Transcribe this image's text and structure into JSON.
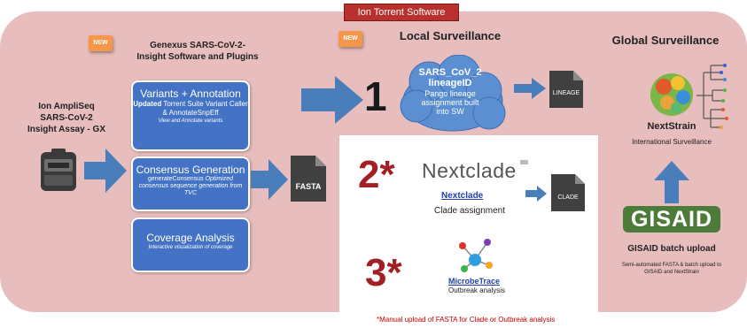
{
  "header_label": "Ion Torrent Software",
  "new_badge": "NEW",
  "genexus_title": "Genexus SARS-CoV-2-\nInsight Software and Plugins",
  "assay_label": "Ion AmpliSeq\nSARS-CoV-2\nInsight Assay - GX",
  "local_title": "Local Surveillance",
  "global_title": "Global Surveillance",
  "variants_box": {
    "title": "Variants + Annotation",
    "sub_bold": "Updated",
    "sub": " Torrent Suite Variant Caller & AnnotateSnpEff",
    "note": "View and Annotate variants"
  },
  "consensus_box": {
    "title": "Consensus Generation",
    "sub": "generateConsensus",
    "note": " Optimized consensus sequence generation from TVC"
  },
  "coverage_box": {
    "title": "Coverage Analysis",
    "note": "Interactive visualization of coverage"
  },
  "fasta_label": "FASTA",
  "step1": {
    "num": "1",
    "cloud_title": "SARS_CoV_2\nlineageID",
    "cloud_sub": "Pango lineage\nassignment built\ninto SW",
    "doc_label": "LINEAGE"
  },
  "step2": {
    "num": "2*",
    "logo_text": "Nextclade",
    "link": "Nextclade",
    "desc": "Clade assignment",
    "doc_label": "CLADE"
  },
  "step3": {
    "num": "3*",
    "link": "MicrobeTrace",
    "desc": "Outbreak analysis"
  },
  "nextstrain": {
    "title": "NextStrain",
    "desc": "International Surveillance"
  },
  "gisaid": {
    "logo": "GISAID",
    "title": "GISAID batch upload",
    "desc": "Semi-automated FASTA & batch upload to\nGISAID and NextStrain"
  },
  "footnote": "*Manual upload of FASTA for Clade or Outbreak analysis",
  "colors": {
    "panel": "#e8bdbd",
    "box_blue": "#4472c4",
    "arrow_blue": "#4a7ebb",
    "number_red": "#a31f24",
    "doc_dark": "#404040",
    "badge_orange": "#f5964b"
  }
}
